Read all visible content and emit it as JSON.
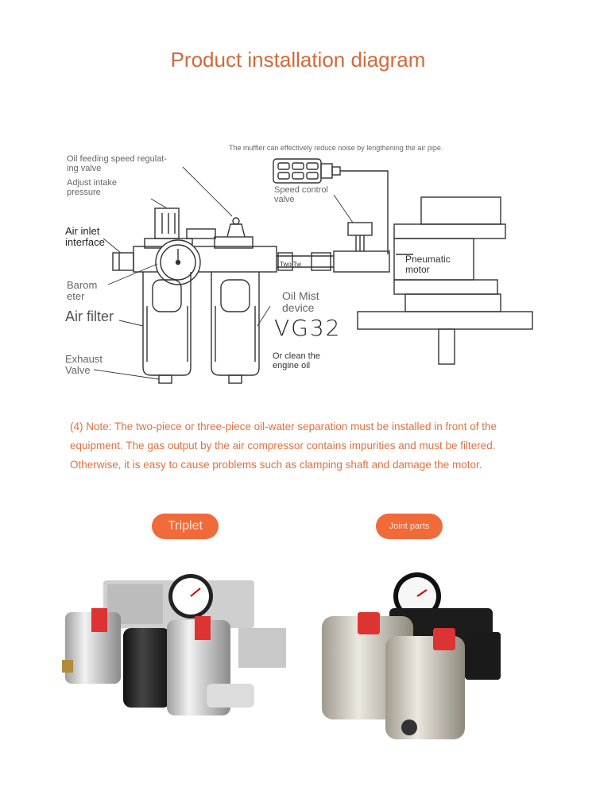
{
  "page": {
    "title": "Product installation diagram",
    "note": "(4) Note: The two-piece or three-piece oil-water separation must be installed in front of the equipment. The gas output by the air compressor contains impurities and must be filtered. Otherwise, it is easy to cause problems such as clamping shaft and damage the motor."
  },
  "diagram": {
    "labels": {
      "muffler": "The muffler can effectively reduce noise by lengthening the air pipe.",
      "oil_feeding": "Oil feeding speed regulat-\ning valve",
      "adjust_intake": "Adjust intake\npressure",
      "air_inlet": "Air inlet\ninterface",
      "barometer": "Barom\neter",
      "air_filter": "Air filter",
      "exhaust_valve": "Exhaust\nValve",
      "speed_control": "Speed control\nvalve",
      "two_tw": "Two Tw",
      "pneumatic_motor": "Pneumatic\nmotor",
      "oil_mist": "Oil Mist\ndevice",
      "vg32": "VG32",
      "clean_engine": "Or clean the\nengine oil"
    }
  },
  "sections": {
    "triplet_label": "Triplet",
    "joint_parts_label": "Joint parts"
  }
}
